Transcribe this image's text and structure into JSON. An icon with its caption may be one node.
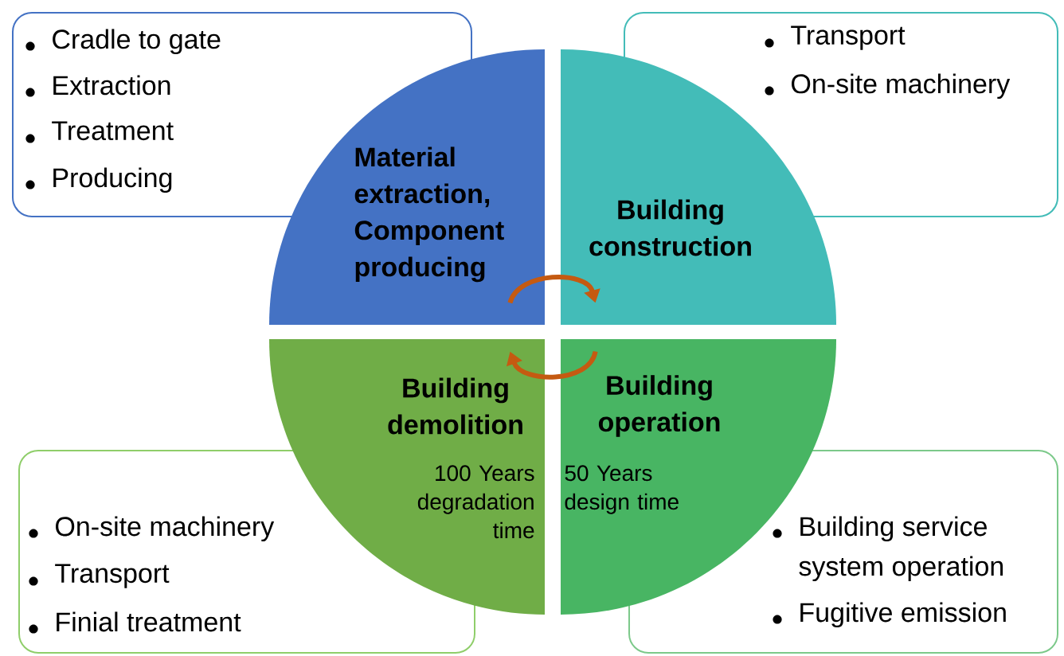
{
  "diagram": {
    "nodes": [
      {
        "text": [
          "Cradle to gate",
          "Extraction",
          "Treatment",
          "Producing"
        ]
      },
      {
        "text": [
          "Transport",
          "On-site machinery"
        ]
      },
      {
        "text": [
          "Material extraction, Component producing"
        ]
      },
      {
        "text": [
          "Building construction"
        ]
      },
      {
        "text": [
          "Building demolition",
          "100 Years degradation time"
        ]
      },
      {
        "text": [
          "Building operation",
          "50 Years design time"
        ]
      },
      {
        "text": [
          "On-site machinery",
          "Transport",
          "Finial treatment"
        ]
      },
      {
        "text": [
          "Building service system operation",
          "Fugitive emission"
        ]
      }
    ],
    "edges": [
      {
        "from": 2,
        "to": 3,
        "arrow": "to"
      },
      {
        "from": 5,
        "to": 4,
        "arrow": "to"
      }
    ]
  }
}
